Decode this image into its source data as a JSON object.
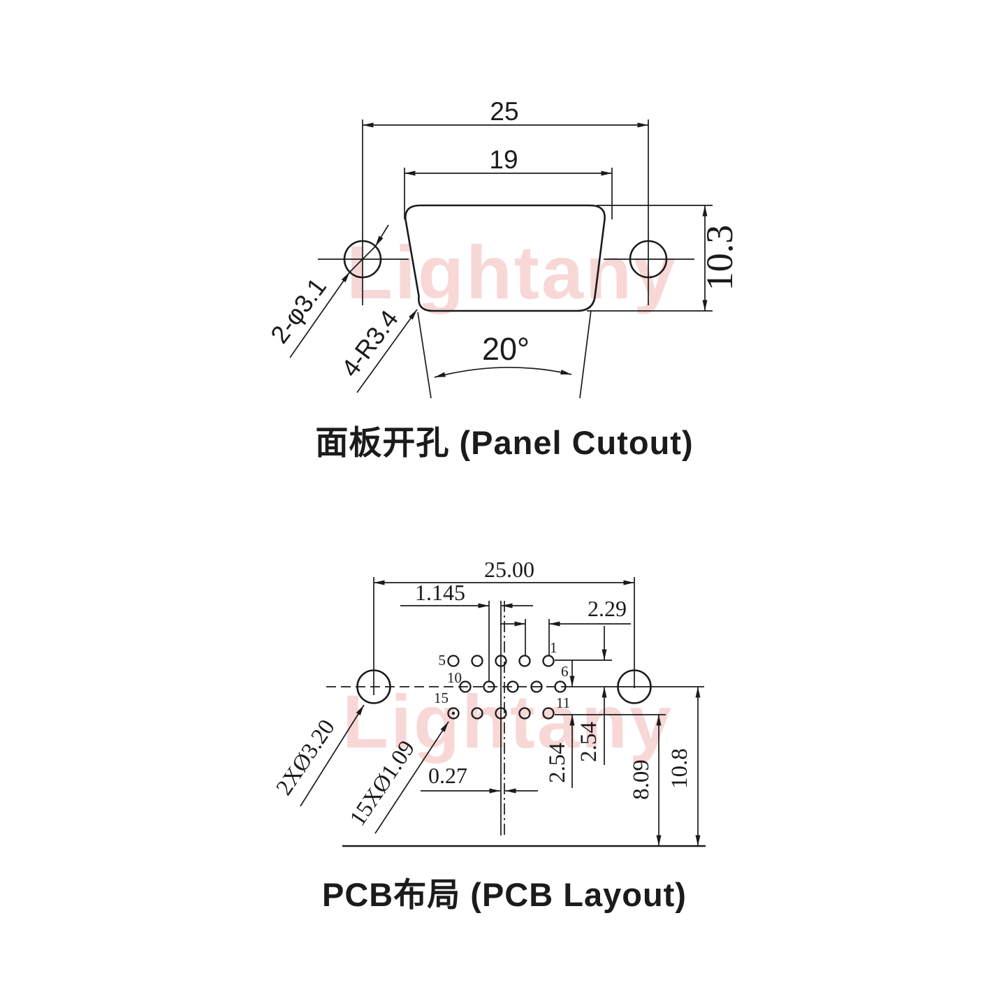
{
  "watermark": {
    "text": "Lightany",
    "color": "#f8d7d7"
  },
  "panel": {
    "title": "面板开孔 (Panel Cutout)",
    "dim_outer_width": "25",
    "dim_inner_width": "19",
    "dim_height": "10.3",
    "dim_mount_holes": "2-φ3.1",
    "dim_corner_radius": "4-R3.4",
    "dim_draft_angle": "20°"
  },
  "pcb": {
    "title": "PCB布局 (PCB Layout)",
    "dim_mount_span": "25.00",
    "dim_half_offset": "1.145",
    "dim_pin_pitch": "2.29",
    "dim_row_gap_upper": "2.54",
    "dim_row_gap_lower": "2.54",
    "dim_row_to_edge": "8.09",
    "dim_center_to_edge": "10.8",
    "dim_center_offset": "0.27",
    "dim_mount_hole_size": "2XØ3.20",
    "dim_pin_hole_size": "15XØ1.09",
    "pin_labels": {
      "p1": "1",
      "p5": "5",
      "p6": "6",
      "p10": "10",
      "p11": "11",
      "p15": "15"
    }
  }
}
